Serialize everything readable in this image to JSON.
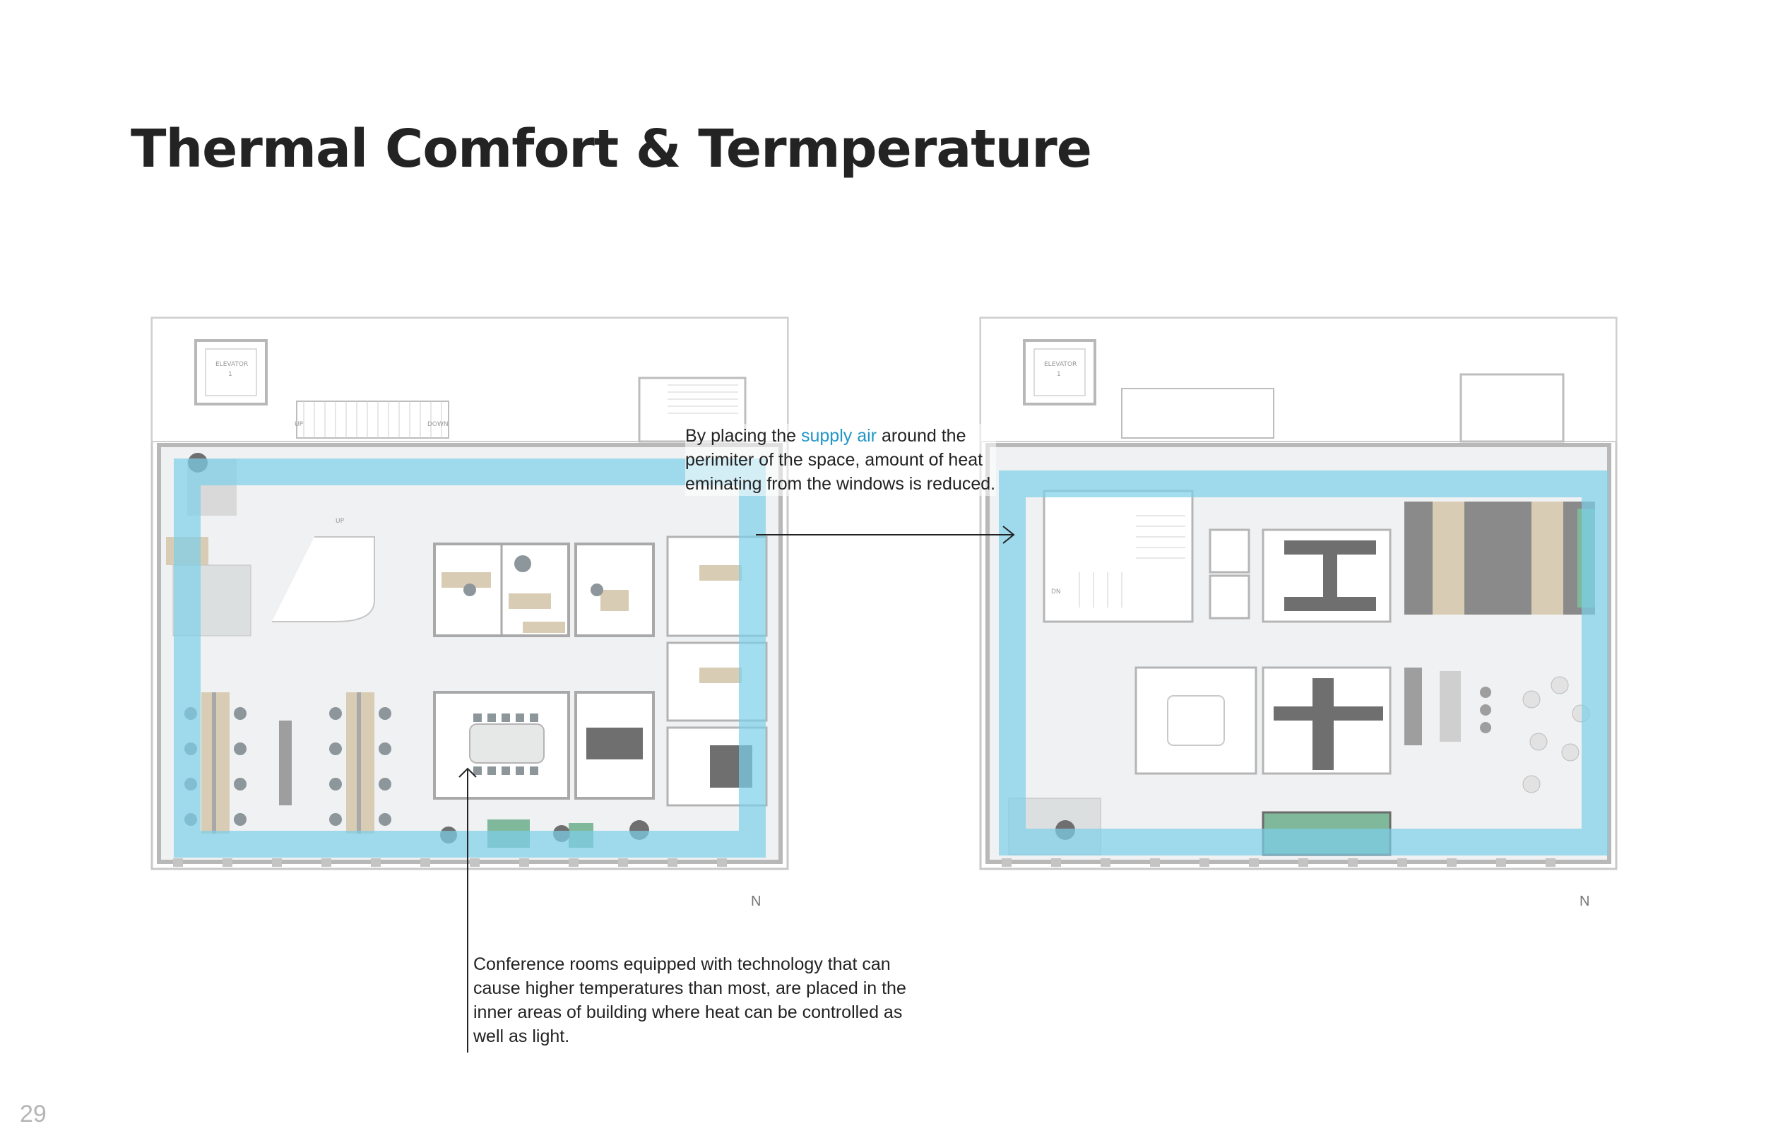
{
  "title": "Thermal Comfort & Termperature",
  "page_number": "29",
  "callout_top": {
    "before": "By placing the ",
    "highlight": "supply air",
    "after": " around the perimiter of the space, amount of heat eminating from the windows is reduced."
  },
  "callout_bottom": {
    "text": "Conference rooms equipped with technology that can cause higher temperatures than most, are placed in the inner areas of building where heat can be controlled as well as light."
  },
  "floorplan_labels": {
    "elevator": "ELEVATOR",
    "elevator_num": "1",
    "up": "UP",
    "down": "DOWN",
    "dn": "DN"
  },
  "north": "N",
  "colors": {
    "supply_air": "#7ccfea",
    "highlight_text": "#2196c8",
    "walls": "#bdbdbd",
    "floor": "#f0f1f2",
    "furniture_wood": "#d9ccb4",
    "furniture_dark": "#6f6f6f",
    "chair": "#8c969b",
    "greenery": "#7fb89a"
  }
}
